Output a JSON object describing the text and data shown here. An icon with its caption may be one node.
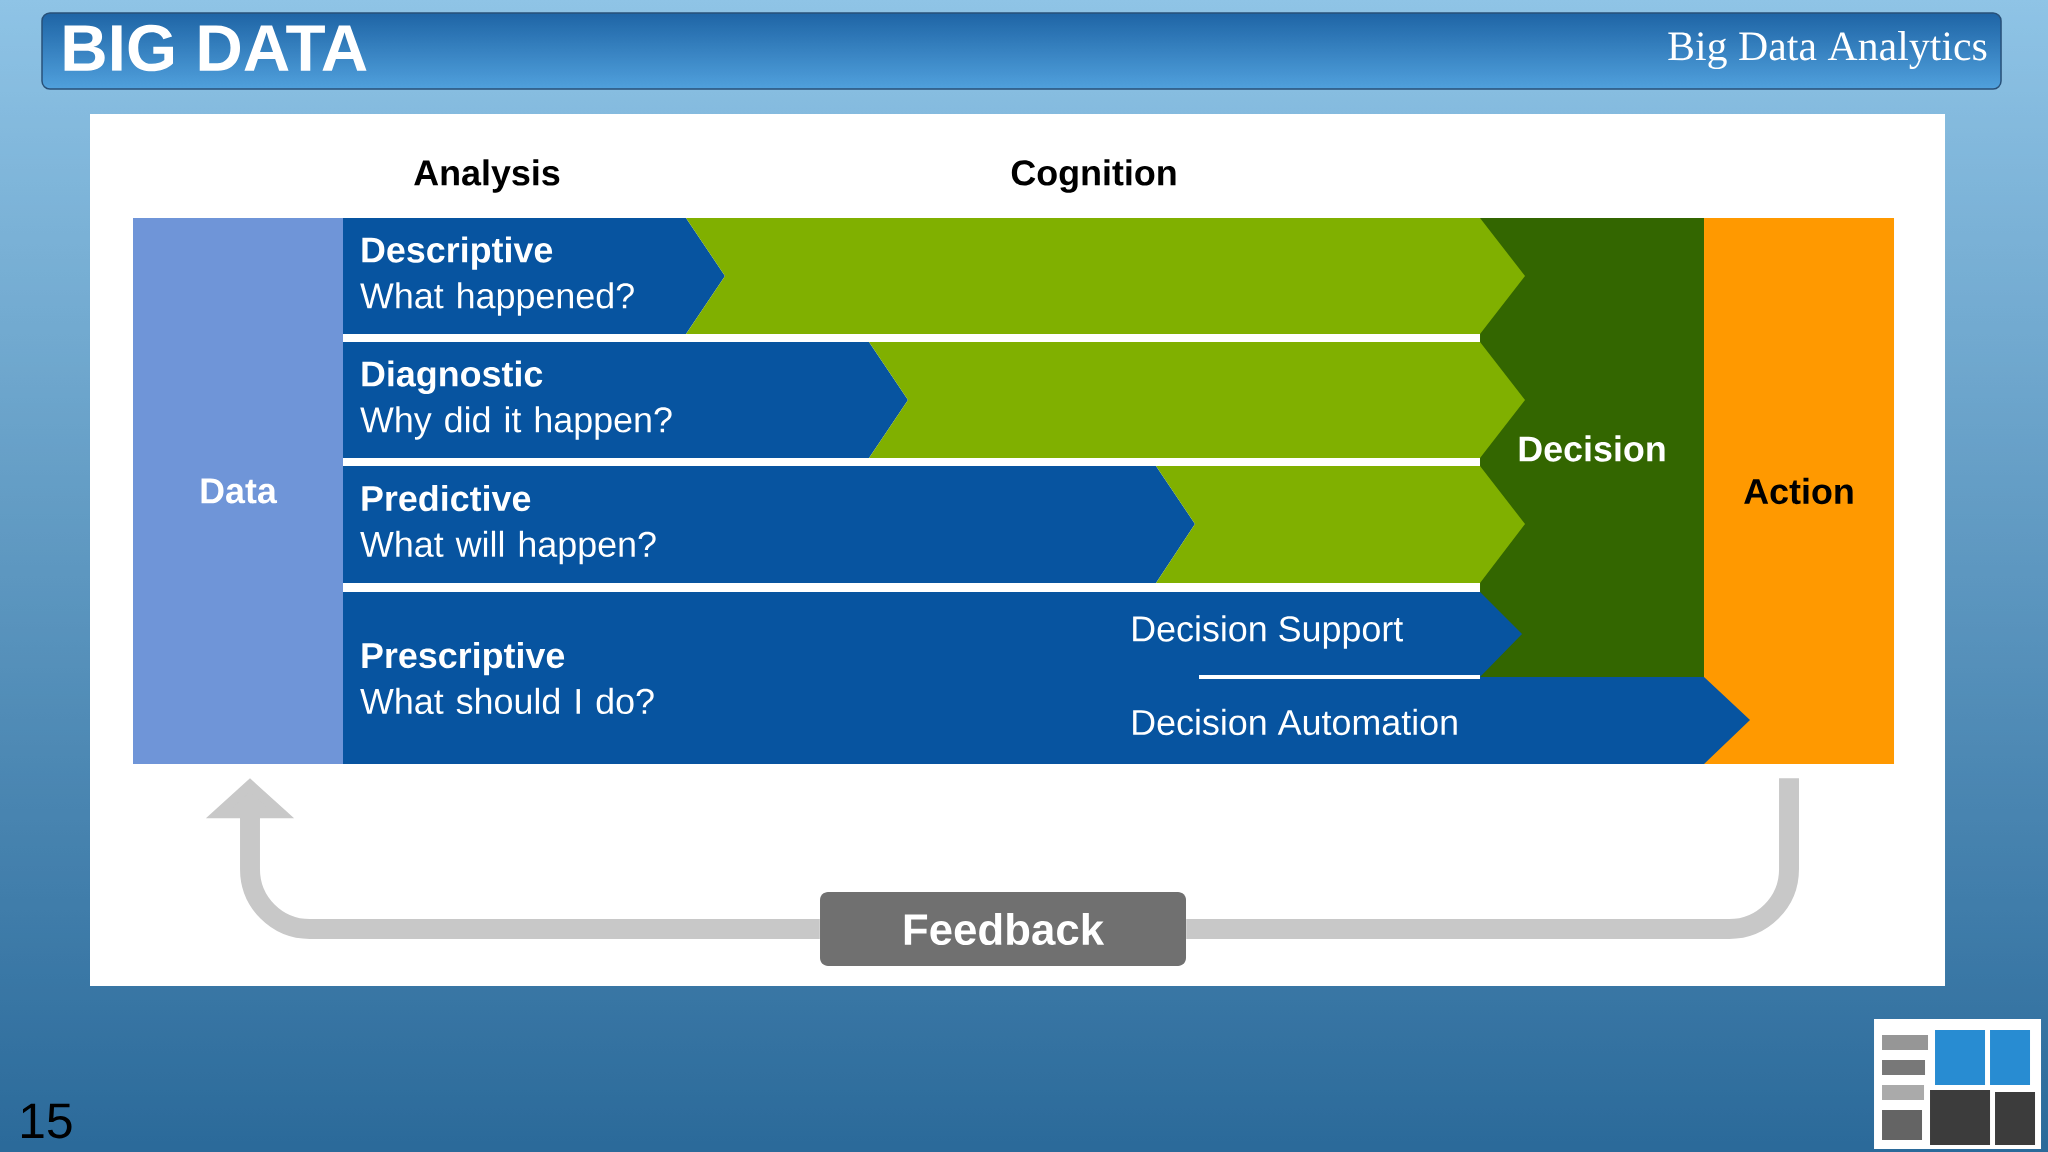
{
  "diagram": {
    "title": "BIG DATA",
    "nodes": [
      {
        "text": [
          "Data"
        ]
      },
      {
        "text": [
          "Descriptive",
          "What happened?"
        ]
      },
      {
        "text": [
          "Diagnostic",
          "Why did it happen?"
        ]
      },
      {
        "text": [
          "Predictive",
          "What will happen?"
        ]
      },
      {
        "text": [
          "Prescriptive",
          "What should I do?"
        ]
      },
      {
        "text": [
          "Decision Support"
        ],
        "in": 4
      },
      {
        "text": [
          "Decision Automation"
        ],
        "in": 4
      },
      {
        "text": [
          "Decision"
        ]
      },
      {
        "text": [
          "Action"
        ]
      },
      {
        "text": [
          "Feedback"
        ]
      }
    ],
    "edges": [
      {
        "from": 8,
        "to": 9,
        "arrow": "none"
      },
      {
        "from": 9,
        "to": 0,
        "arrow": "to"
      }
    ],
    "labels": [
      "Big Data Analytics",
      "Analysis",
      "Cognition",
      "15"
    ]
  }
}
